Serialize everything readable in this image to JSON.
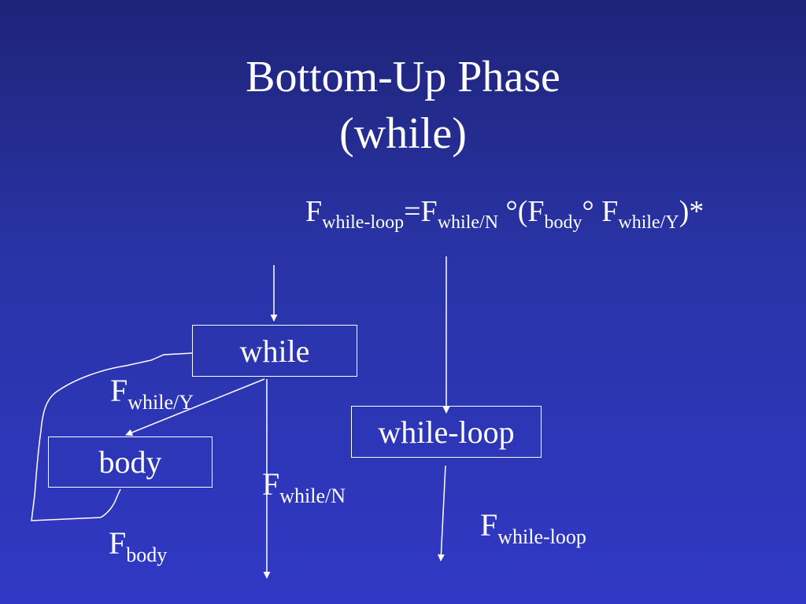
{
  "title": {
    "line1": "Bottom-Up Phase",
    "line2": "(while)"
  },
  "formula": {
    "f1": "F",
    "sub1": "while-loop",
    "eq": "=F",
    "sub2": "while/N",
    "mid": " °(F",
    "sub3": "body",
    "deg": "° F",
    "sub4": "while/Y",
    "tail": ")*"
  },
  "boxes": {
    "while": "while",
    "body": "body",
    "while_loop": "while-loop"
  },
  "labels": {
    "f_while_y": {
      "f": "F",
      "sub": "while/Y"
    },
    "f_while_n": {
      "f": "F",
      "sub": "while/N"
    },
    "f_body": {
      "f": "F",
      "sub": "body"
    },
    "f_while_loop": {
      "f": "F",
      "sub": "while-loop"
    }
  },
  "colors": {
    "background_top": "#1e2478",
    "background_bottom": "#3038c4",
    "foreground": "#ffffff"
  }
}
